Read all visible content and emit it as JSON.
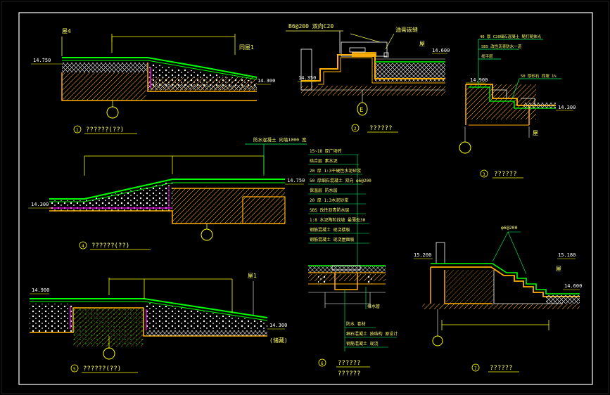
{
  "colors": {
    "background": "#000000",
    "frame": "#ffffff",
    "structure": "#ffb000",
    "dimension": "#ffff00",
    "membrane": "#00ff00",
    "insulation": "#ffffff",
    "accent": "#ff00ff",
    "leader": "#00ff66",
    "callout": "#ffff66"
  },
  "details": [
    {
      "id": "d1",
      "number": "1",
      "title": "??????(??)"
    },
    {
      "id": "d2",
      "number": "2",
      "title": "??????"
    },
    {
      "id": "d3",
      "number": "3",
      "title": "??????"
    },
    {
      "id": "d4",
      "number": "4",
      "title": "??????(??)"
    },
    {
      "id": "d5",
      "number": "5",
      "title": "??????(??)"
    },
    {
      "id": "d6",
      "number": "6",
      "title": "??????",
      "subtitle": "??????"
    },
    {
      "id": "d7",
      "number": "7",
      "title": "??????"
    }
  ],
  "labels": {
    "d1_level_left": "14.750",
    "d1_level_right": "14.300",
    "d1_note_left": "屋4",
    "d1_note_right": "同屋1",
    "d2_top_note": "B6@200 双向C20",
    "d2_top_note2": "油膏嵌缝",
    "d2_level_top": "14.600",
    "d2_level_bot": "14.350",
    "d2_wu": "屋",
    "d2_circle": "E",
    "d3_level_left": "14.900",
    "d3_level_right": "14.300",
    "d3_note1": "40 厚 C20细石混凝土 随打随抹光",
    "d3_note2": "SBS 改性沥青防水一道",
    "d3_note3": "找平层",
    "d3_note4": "50 厚砂石 找坡 1%",
    "d3_wu": "屋",
    "d4_top_note": "防水混凝土 向墙1000 宽",
    "d4_level_left": "14.300",
    "d4_level_right": "14.750",
    "d5_level_left": "14.900",
    "d5_level_right": "14.300",
    "d5_note_right": "屋1",
    "d5_note_bot": "(储藏)",
    "d6_notes": [
      "15~18 厚广场砖",
      "结合层 素水泥",
      "20 厚 1:3干硬性水泥砂浆",
      "50 厚细石混凝土 双向 φ6@200",
      "保温层 防水层",
      "20 厚 1:3水泥砂浆",
      "SBS 改性沥青防水层",
      "1:8 水泥陶粒找坡 最薄处30",
      "钢筋混凝土 现浇楼板",
      "钢筋混凝土 现浇屋面板"
    ],
    "d6_bottom_note1": "防水 卷材",
    "d6_bottom_note2": "细石混凝土 按结构 原设计",
    "d6_bottom_note3": "钢筋混凝土 现浇",
    "d6_side_note": "排水管",
    "d7_level_left": "15.200",
    "d7_level_right_top": "15.180",
    "d7_level_right_bot": "14.600",
    "d7_top_note": "φ6@200",
    "d7_wu": "屋"
  }
}
